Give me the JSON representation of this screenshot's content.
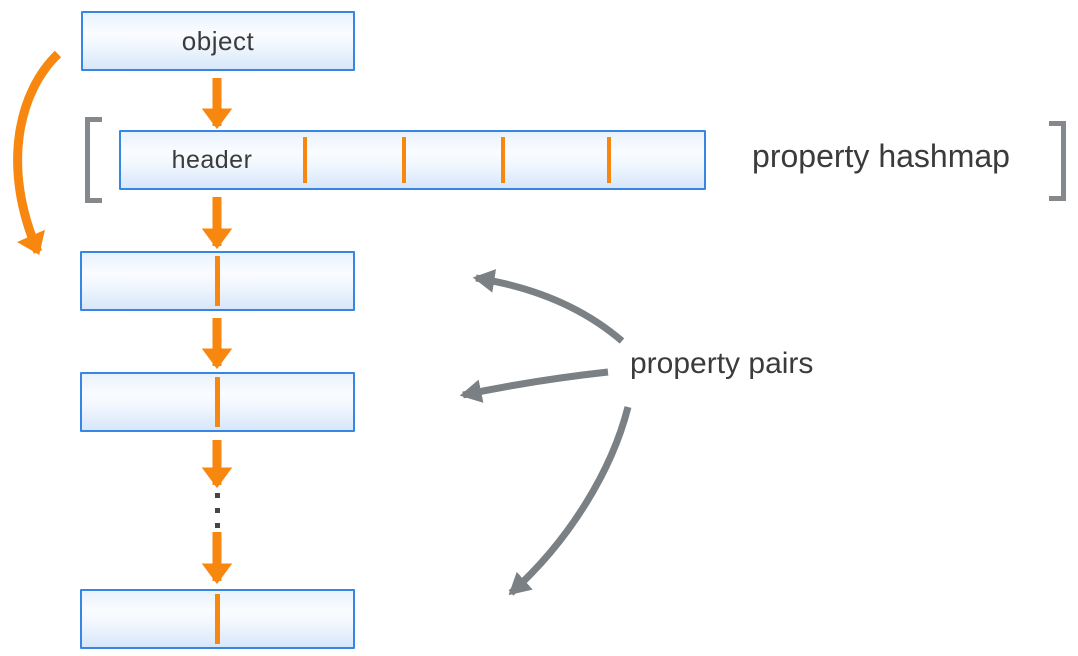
{
  "diagram": {
    "object_box": {
      "label": "object"
    },
    "hashmap": {
      "header_label": "header",
      "annotation": "property hashmap",
      "slot_count": 5
    },
    "property_pairs": {
      "annotation": "property pairs",
      "visible_boxes": 3,
      "ellipsis": "⋮"
    },
    "colors": {
      "accent_orange": "#F7870E",
      "box_border_blue": "#3786E3",
      "box_fill_top": "#E9F2FC",
      "box_fill_bottom": "#D7E7FA",
      "arrow_gray": "#7A8084",
      "bracket_gray": "#85898D",
      "text_dark": "#3B3B3B"
    }
  }
}
